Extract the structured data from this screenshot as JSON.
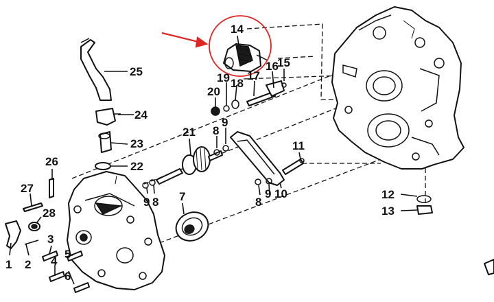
{
  "diagram": {
    "callouts": {
      "p1": "1",
      "p2": "2",
      "p3": "3",
      "p4": "4",
      "p5": "5",
      "p6": "6",
      "p7": "7",
      "p8a": "8",
      "p8b": "8",
      "p8c": "8",
      "p9a": "9",
      "p9b": "9",
      "p9c": "9",
      "p10": "10",
      "p11": "11",
      "p12": "12",
      "p13": "13",
      "p14": "14",
      "p15": "15",
      "p16": "16",
      "p17": "17",
      "p18": "18",
      "p19": "19",
      "p20": "20",
      "p21": "21",
      "p22": "22",
      "p23": "23",
      "p24": "24",
      "p25": "25",
      "p26": "26",
      "p27": "27",
      "p28": "28"
    },
    "highlight_color": "#e02424",
    "highlighted_part": "14"
  }
}
